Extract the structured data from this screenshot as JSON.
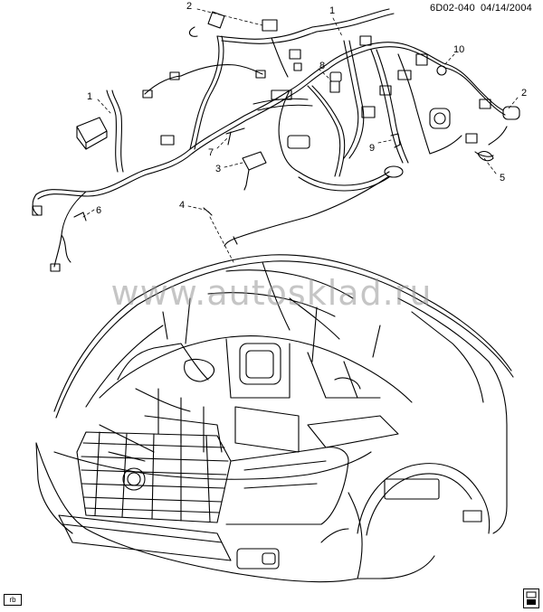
{
  "header": {
    "code": "6D02-040",
    "date": "04/14/2004"
  },
  "watermark": "www.autosklad.ru",
  "callouts": [
    "2",
    "1",
    "10",
    "8",
    "1",
    "2",
    "7",
    "9",
    "3",
    "5",
    "4",
    "6"
  ],
  "corner_tag": "rb",
  "icons": {
    "corner_badge": "document-badge-icon"
  }
}
